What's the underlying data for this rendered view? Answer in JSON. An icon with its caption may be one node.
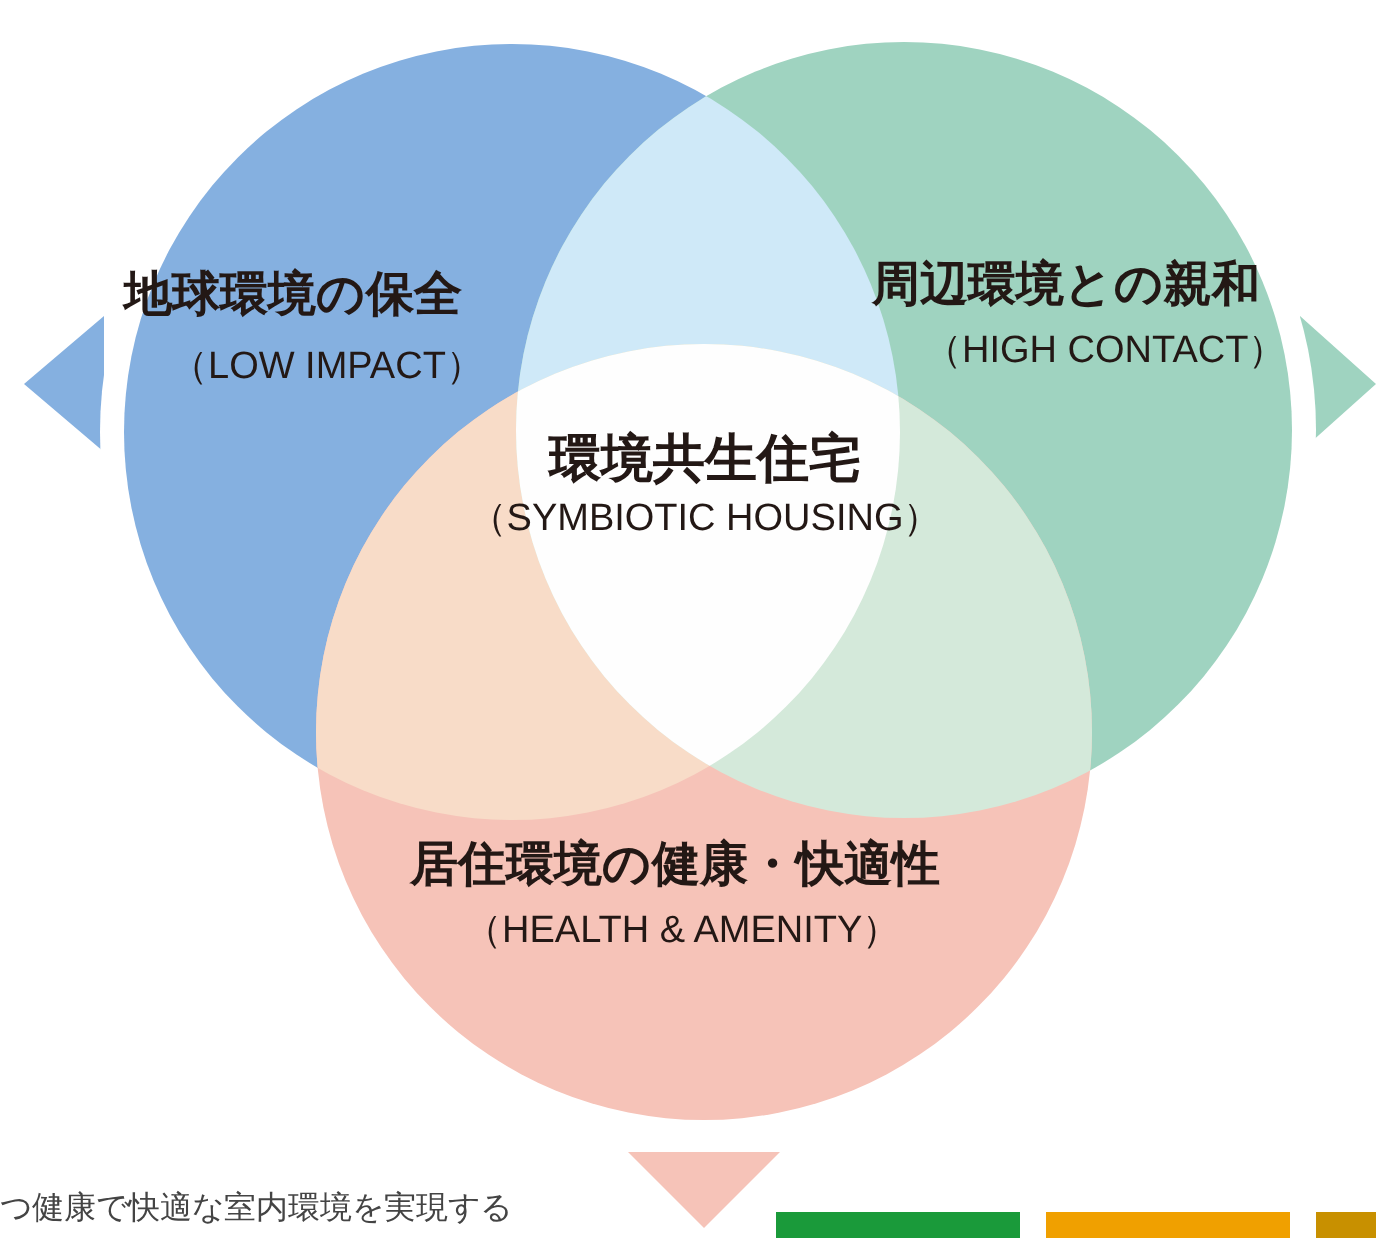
{
  "diagram": {
    "nodes": [
      {
        "text": [
          "地球環境の保全",
          "（LOW IMPACT）"
        ]
      },
      {
        "text": [
          "周辺環境との親和",
          "（HIGH CONTACT）"
        ]
      },
      {
        "text": [
          "居住環境の健康・快適性",
          "（HEALTH & AMENITY）"
        ]
      },
      {
        "text": [
          "環境共生住宅",
          "（SYMBIOTIC HOUSING）"
        ]
      }
    ],
    "labels": [
      "つ健康で快適な室内環境を実現する"
    ]
  }
}
